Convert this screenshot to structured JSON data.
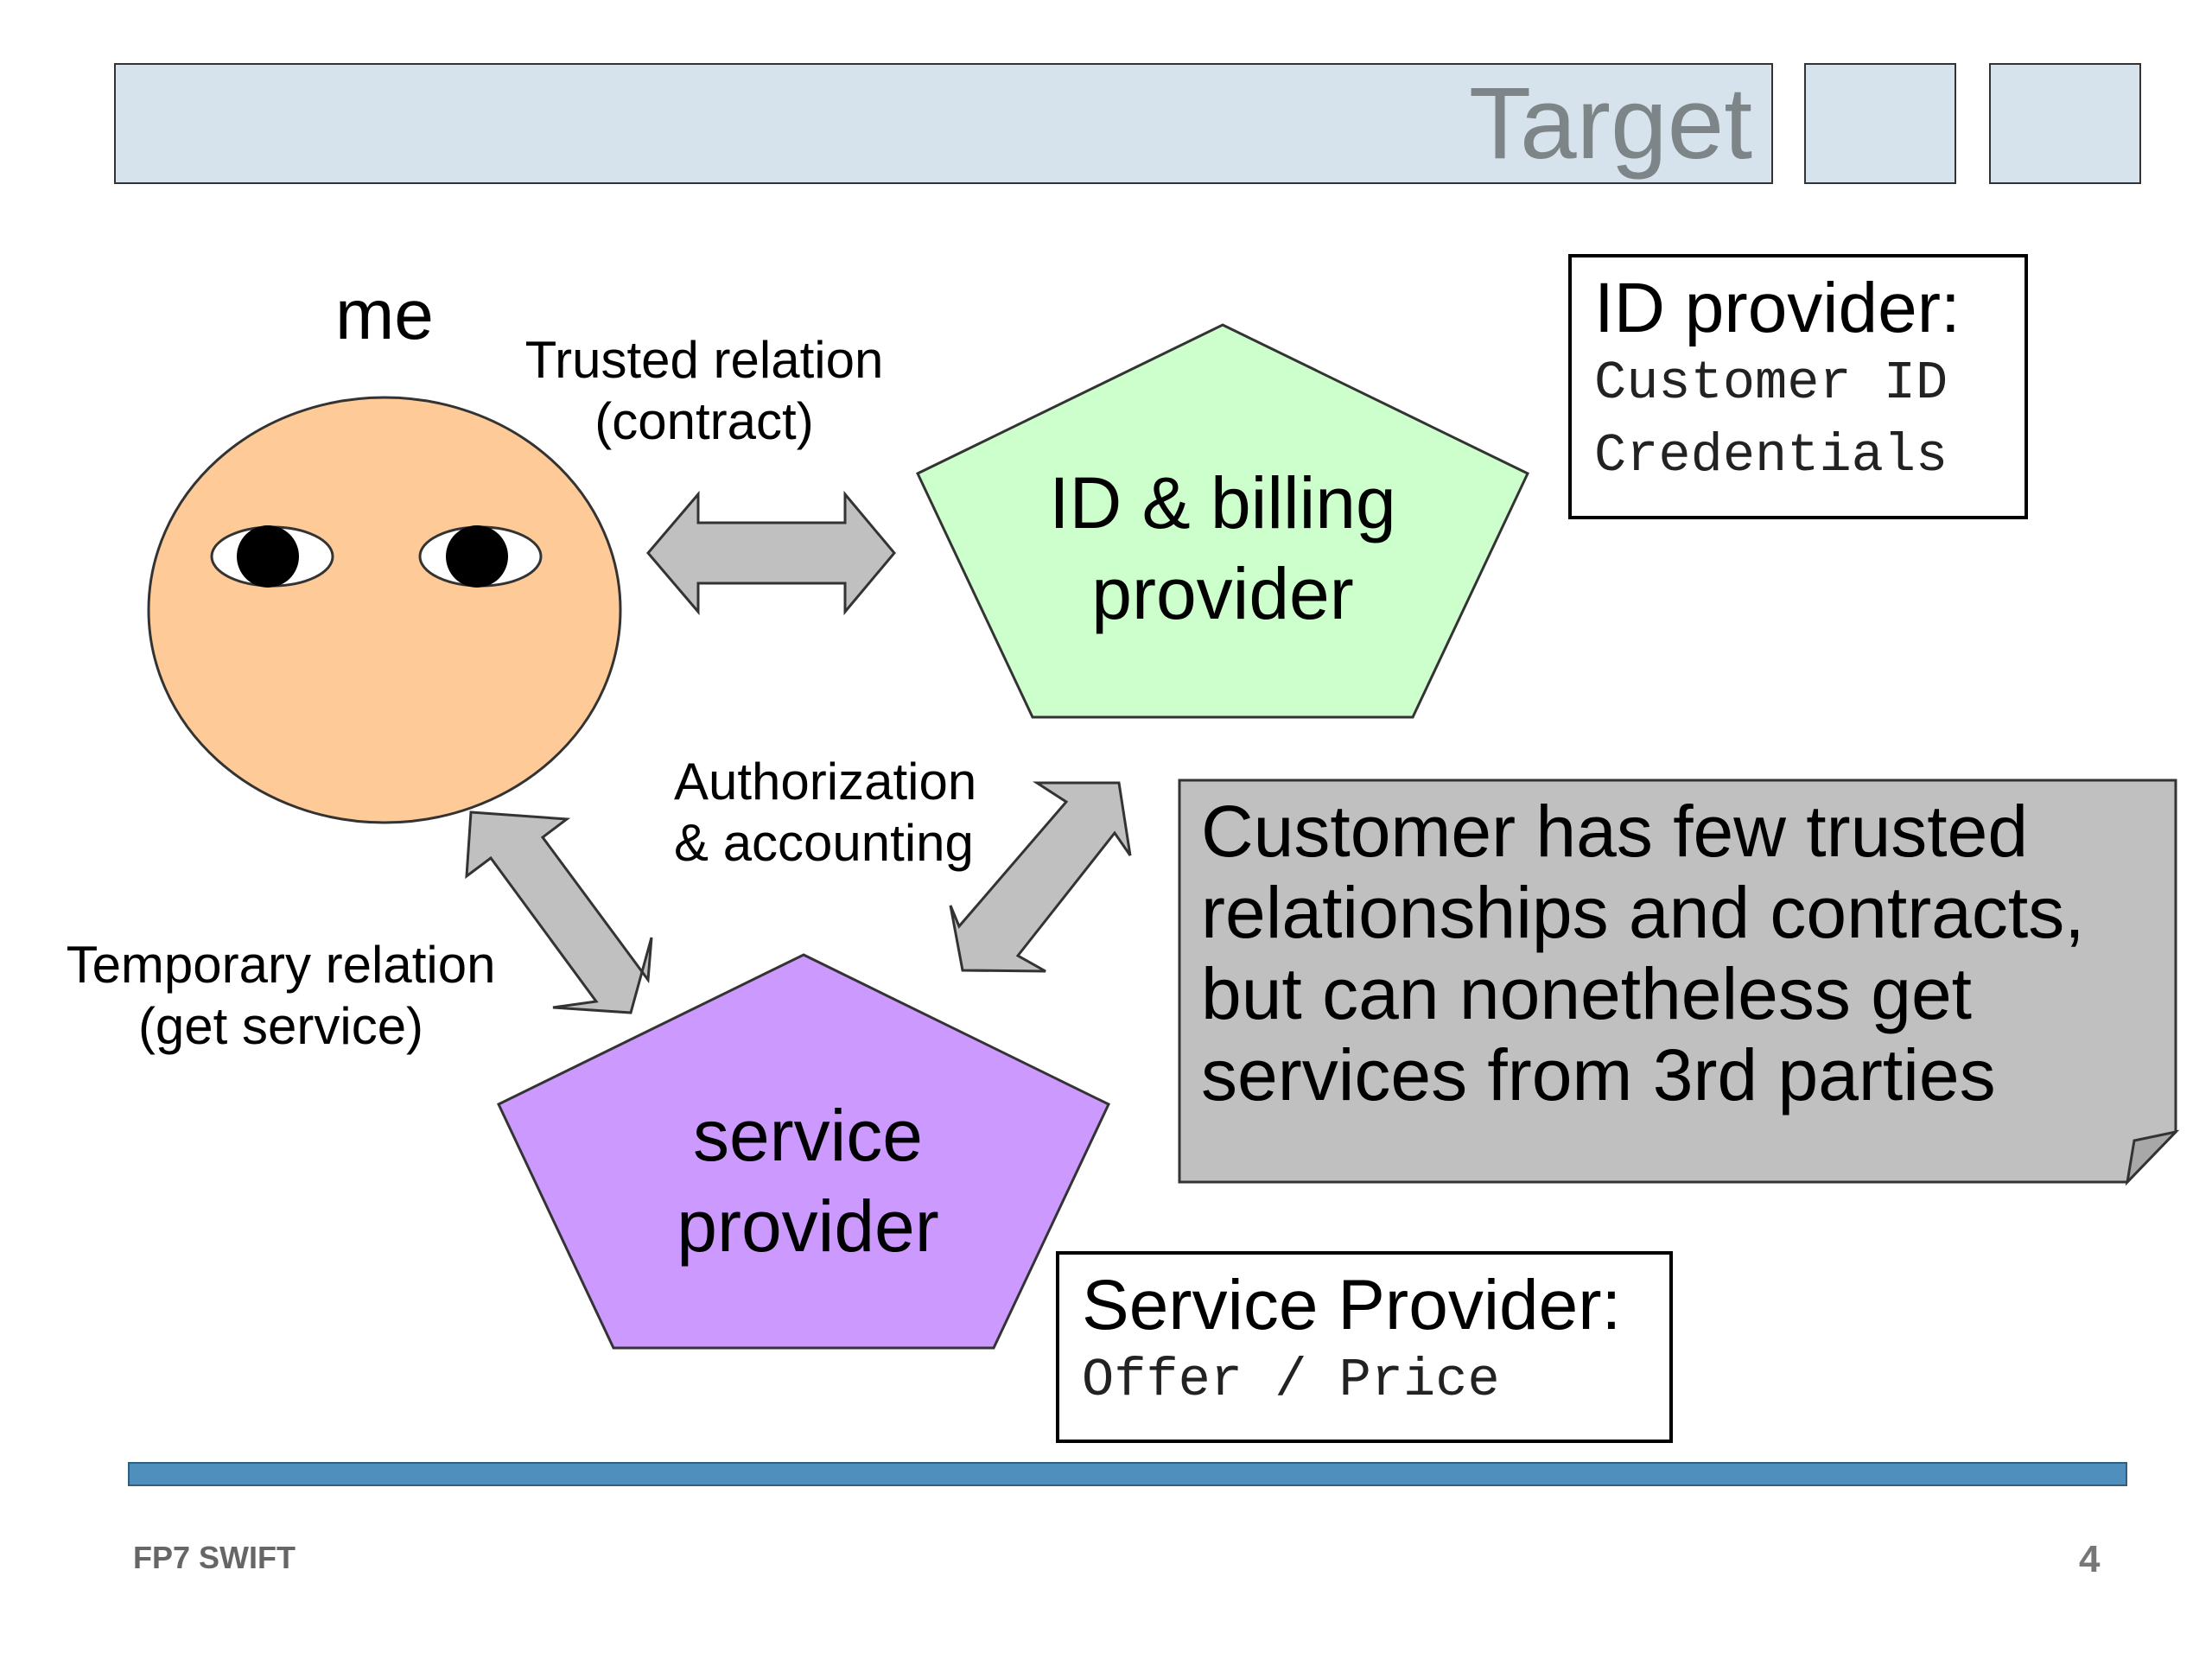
{
  "slide": {
    "title": "Target",
    "footer_left": "FP7 SWIFT",
    "page_number": "4"
  },
  "labels": {
    "me": "me",
    "trusted_line1": "Trusted relation",
    "trusted_line2": "(contract)",
    "auth_line1": "Authorization",
    "auth_line2": "& accounting",
    "temp_line1": "Temporary relation",
    "temp_line2": "(get service)"
  },
  "nodes": {
    "id_billing_line1": "ID & billing",
    "id_billing_line2": "provider",
    "service_line1": "service",
    "service_line2": "provider"
  },
  "id_provider_box": {
    "heading": "ID provider:",
    "item1": "Customer ID",
    "item2": "Credentials"
  },
  "service_provider_box": {
    "heading": "Service Provider:",
    "item1": "Offer / Price"
  },
  "note": {
    "line1": "Customer has few trusted",
    "line2": "relationships and contracts,",
    "line3": "but can nonetheless get",
    "line4": "services from 3rd parties"
  },
  "colors": {
    "face": "#fecb98",
    "id_billing": "#ccffcc",
    "service_provider": "#cc99ff",
    "arrow": "#c0c0c0",
    "note": "#c0c0c0",
    "title_bar": "#d6e2ec",
    "footer_bar": "#4f8fbd"
  }
}
